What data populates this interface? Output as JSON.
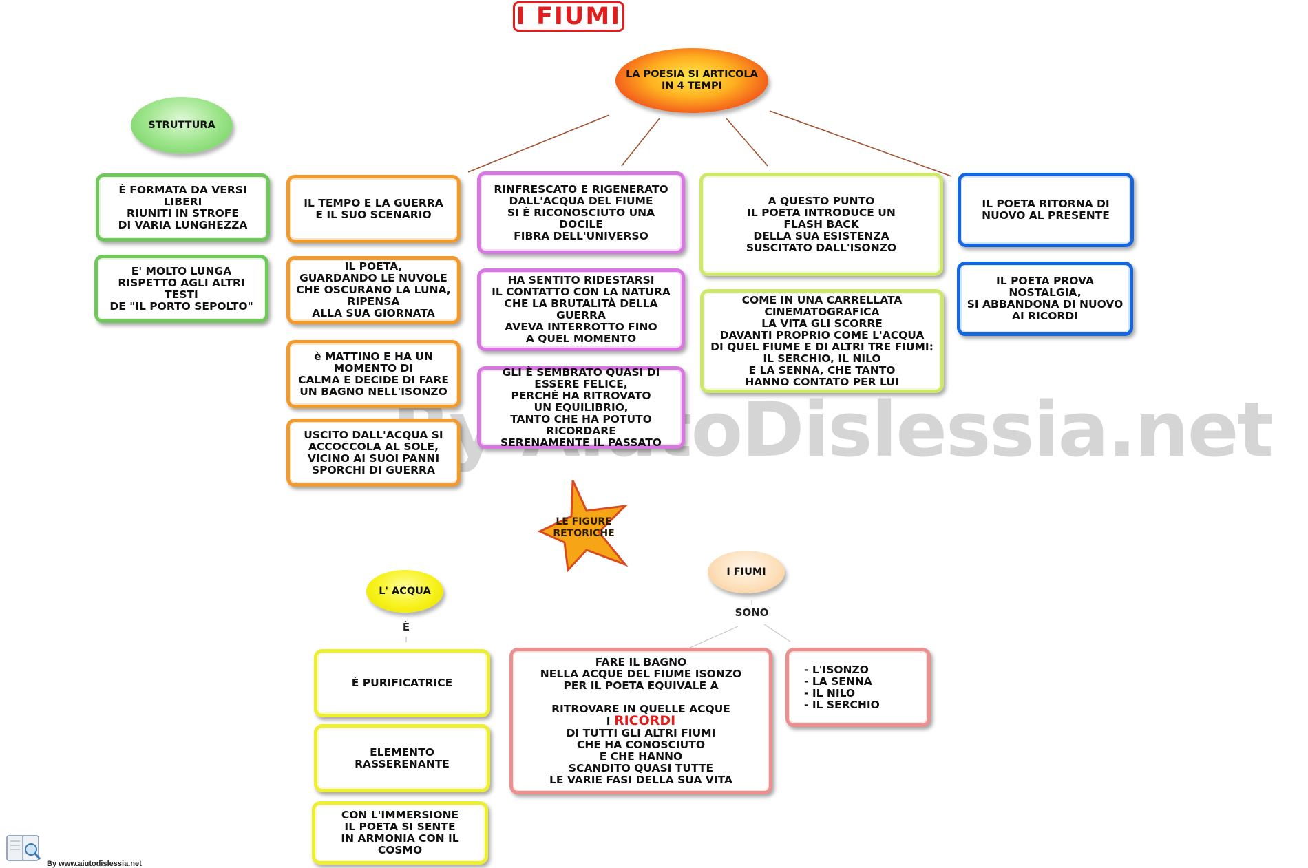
{
  "title": "I FIUMI",
  "watermark": "By AiutoDislessia.net",
  "footer": "By www.aiutodislessia.net",
  "colors": {
    "title_red": "#e21d1d",
    "struttura_green": "#6fc85a",
    "orange": "#f29a2e",
    "purple": "#d977e2",
    "lime": "#cde86a",
    "blue": "#1667de",
    "yellow": "#eeee33",
    "pink": "#ec8f8f",
    "connector": "#a0522d"
  },
  "struttura": {
    "label": "STRUTTURA",
    "items": [
      "È FORMATA DA VERSI LIBERI\nRIUNITI IN STROFE\nDI VARIA LUNGHEZZA",
      "E' MOLTO LUNGA\nRISPETTO AGLI ALTRI TESTI\nDE \"IL PORTO SEPOLTO\""
    ]
  },
  "tempi": {
    "label": "LA POESIA SI ARTICOLA\nIN 4 TEMPI",
    "column1": [
      "IL TEMPO E LA GUERRA\nE IL SUO SCENARIO",
      "IL  POETA,\nGUARDANDO LE NUVOLE\nCHE OSCURANO LA LUNA,\nRIPENSA\nALLA SUA GIORNATA",
      "è MATTINO E HA UN\nMOMENTO DI\nCALMA E DECIDE DI FARE\nUN BAGNO NELL'ISONZO",
      "USCITO DALL'ACQUA SI\nACCOCCOLA AL SOLE,\nVICINO AI SUOI PANNI\nSPORCHI DI GUERRA"
    ],
    "column2": [
      "RINFRESCATO E RIGENERATO\nDALL'ACQUA DEL FIUME\nSI È RICONOSCIUTO UNA DOCILE\nFIBRA DELL'UNIVERSO",
      "HA SENTITO RIDESTARSI\nIL CONTATTO CON LA NATURA\nCHE LA BRUTALITÀ DELLA GUERRA\nAVEVA INTERROTTO FINO\nA QUEL MOMENTO",
      "GLI È SEMBRATO QUASI DI\nESSERE FELICE,\nPERCHÉ HA RITROVATO\nUN EQUILIBRIO,\nTANTO CHE HA POTUTO RICORDARE\nSERENAMENTE IL PASSATO"
    ],
    "column3": [
      "A QUESTO PUNTO\nIL POETA INTRODUCE UN\nFLASH BACK\nDELLA SUA ESISTENZA\nSUSCITATO DALL'ISONZO",
      "COME IN UNA CARRELLATA\nCINEMATOGRAFICA\nLA VITA GLI SCORRE\nDAVANTI PROPRIO COME L'ACQUA\nDI QUEL FIUME E DI ALTRI TRE FIUMI:\nIL SERCHIO, IL NILO\nE LA SENNA, CHE TANTO\nHANNO CONTATO PER LUI"
    ],
    "column4": [
      "IL POETA RITORNA DI\nNUOVO AL PRESENTE",
      "IL POETA PROVA\nNOSTALGIA,\nSI ABBANDONA DI NUOVO\nAI RICORDI"
    ]
  },
  "figure_retoriche": {
    "label": "LE FIGURE\nRETORICHE"
  },
  "acqua": {
    "label": "L' ACQUA",
    "connector": "È",
    "items": [
      "È PURIFICATRICE",
      "ELEMENTO\nRASSERENANTE",
      "CON L'IMMERSIONE\nIL POETA SI SENTE\nIN ARMONIA CON IL COSMO"
    ]
  },
  "fiumi": {
    "label": "I FIUMI",
    "connector": "SONO",
    "meaning_before": "FARE IL BAGNO\nNELLA ACQUE DEL FIUME ISONZO\nPER IL POETA EQUIVALE A\n\nRITROVARE IN QUELLE ACQUE",
    "meaning_prefix": "I ",
    "meaning_highlight": "RICORDI",
    "meaning_after": "DI TUTTI GLI ALTRI FIUMI\nCHE HA CONOSCIUTO\nE CHE HANNO\nSCANDITO QUASI TUTTE\nLE VARIE FASI DELLA SUA VITA",
    "list": "-  L'ISONZO\n-  LA SENNA\n-  IL NILO\n-  IL SERCHIO"
  }
}
